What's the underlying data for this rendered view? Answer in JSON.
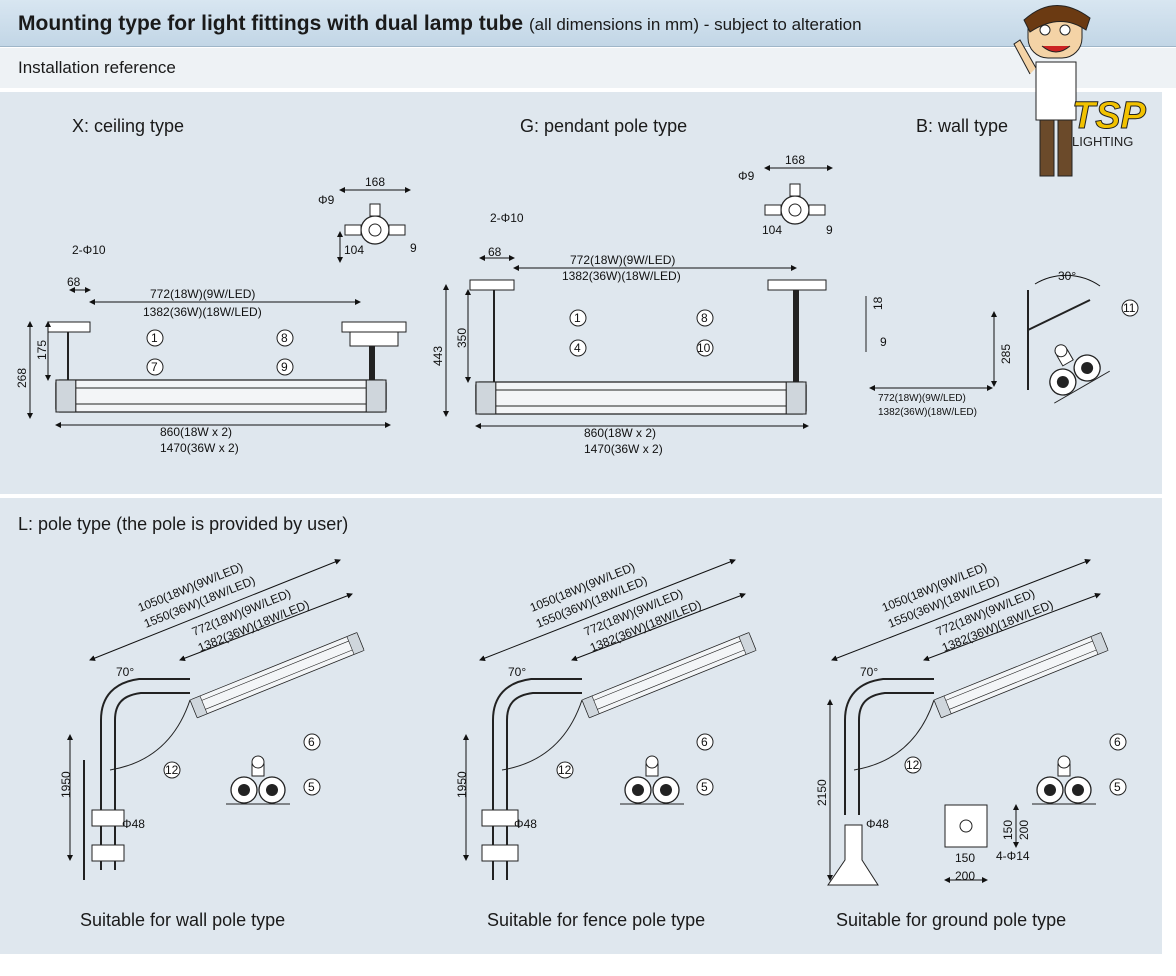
{
  "header": {
    "title": "Mounting type for light fittings with dual lamp tube",
    "subtitle": "(all dimensions in mm) - subject to alteration"
  },
  "subheader": "Installation reference",
  "top_section": {
    "ceiling_label": "X: ceiling type",
    "pendant_label": "G: pendant pole type",
    "wall_label": "B: wall type"
  },
  "bottom_section": {
    "title": "L: pole type (the pole is provided by user)",
    "captions": [
      "Suitable for wall pole type",
      "Suitable for fence pole type",
      "Suitable for ground pole type"
    ]
  },
  "logo": {
    "brand": "TSP",
    "sub": "LIGHTING"
  },
  "dimensions": {
    "d168": "168",
    "d104": "104",
    "d9": "9",
    "phi9": "Φ9",
    "hole2": "2-Φ10",
    "d68": "68",
    "span_a": "772(18W)(9W/LED)",
    "span_b": "1382(36W)(18W/LED)",
    "len_a": "860(18W x 2)",
    "len_b": "1470(36W x 2)",
    "h268": "268",
    "h175": "175",
    "h443": "443",
    "h350": "350",
    "d18": "18",
    "d285": "285",
    "angle30": "30°",
    "wall_a": "772(18W)(9W/LED)",
    "wall_b": "1382(36W)(18W/LED)",
    "pole_a": "1050(18W)(9W/LED)",
    "pole_b": "1550(36W)(18W/LED)",
    "angle70": "70°",
    "h1950": "1950",
    "h2150": "2150",
    "phi48": "Φ48",
    "d150": "150",
    "d200": "200",
    "holes4": "4-Φ14"
  },
  "callouts": [
    "1",
    "4",
    "5",
    "6",
    "7",
    "8",
    "9",
    "10",
    "11",
    "12"
  ],
  "colors": {
    "panel": "#dfe7ee",
    "header": "#c9dbe9",
    "line": "#222222",
    "logo_yellow": "#f2c200"
  }
}
